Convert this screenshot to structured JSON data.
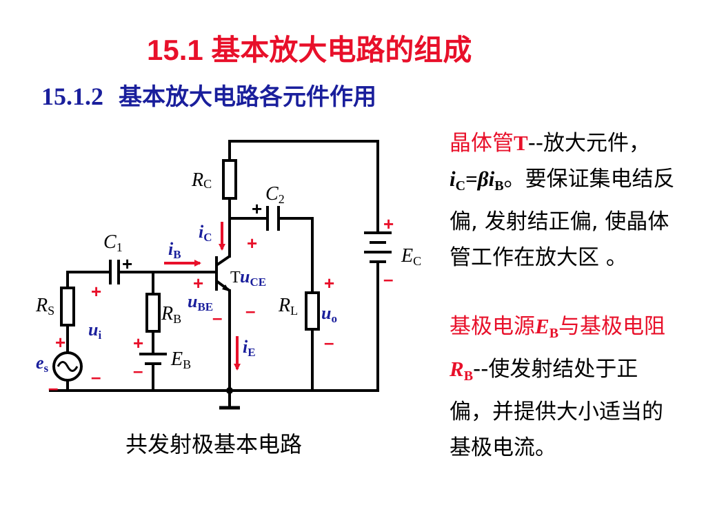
{
  "title": "15.1  基本放大电路的组成",
  "subtitle": {
    "number": "15.1.2",
    "text": "基本放大电路各元件作用"
  },
  "caption": "共发射极基本电路",
  "circuit": {
    "rc": {
      "main": "R",
      "sub": "C"
    },
    "c2": {
      "main": "C",
      "sub": "2"
    },
    "c1": {
      "main": "C",
      "sub": "1"
    },
    "ic": {
      "main": "i",
      "sub": "C"
    },
    "ib": {
      "main": "i",
      "sub": "B"
    },
    "ie": {
      "main": "i",
      "sub": "E"
    },
    "transistor": "T",
    "uce": {
      "main": "u",
      "sub": "CE"
    },
    "ube": {
      "main": "u",
      "sub": "BE"
    },
    "rs": {
      "main": "R",
      "sub": "S"
    },
    "rb": {
      "main": "R",
      "sub": "B"
    },
    "rl": {
      "main": "R",
      "sub": "L"
    },
    "ui": {
      "main": "u",
      "sub": "i"
    },
    "uo": {
      "main": "u",
      "sub": "o"
    },
    "ec": {
      "main": "E",
      "sub": "C"
    },
    "eb": {
      "main": "E",
      "sub": "B"
    },
    "es": {
      "main": "e",
      "sub": "s"
    },
    "plus": "+",
    "minus": "–"
  },
  "desc1": {
    "a": "晶体管",
    "b": "T",
    "c": "--放大元件，",
    "d": "i",
    "e": "C",
    "f": "=",
    "g": "β",
    "h": "i",
    "i": "B",
    "j": "。要保证集电结反偏, 发射结正偏, 使晶体管工作在放大区 。"
  },
  "desc2": {
    "a": "基极电源",
    "b": "E",
    "c": "B",
    "d": "与基极电阻",
    "e": "R",
    "f": "B",
    "g": "--使发射结处于正偏，并提供大小适当的基极电流。"
  },
  "colors": {
    "title": "#e8102a",
    "subtitle": "#1a1f9c",
    "label_blue": "#1a1f9c",
    "polarity_red": "#e8102a",
    "wire": "#000000"
  }
}
